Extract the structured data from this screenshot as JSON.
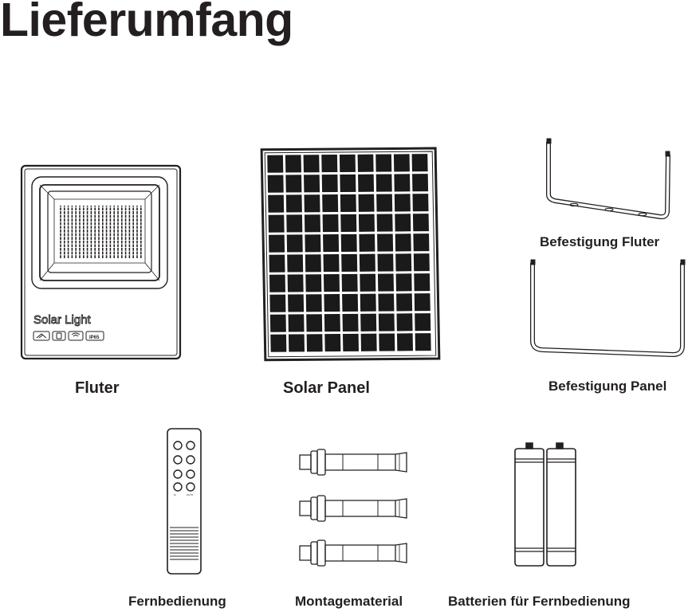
{
  "page": {
    "title": "Lieferumfang"
  },
  "items": {
    "floodlight": {
      "caption": "Fluter",
      "label": "Solar Light"
    },
    "solar_panel": {
      "caption": "Solar Panel"
    },
    "bracket_floodlight": {
      "caption": "Befestigung Fluter"
    },
    "bracket_panel": {
      "caption": "Befestigung Panel"
    },
    "remote": {
      "caption": "Fernbedienung"
    },
    "mounting": {
      "caption": "Montagematerial"
    },
    "batteries": {
      "caption": "Batterien für Fernbedienung"
    }
  },
  "colors": {
    "ink": "#231f20",
    "cell": "#1a1a1a",
    "background": "#ffffff"
  }
}
